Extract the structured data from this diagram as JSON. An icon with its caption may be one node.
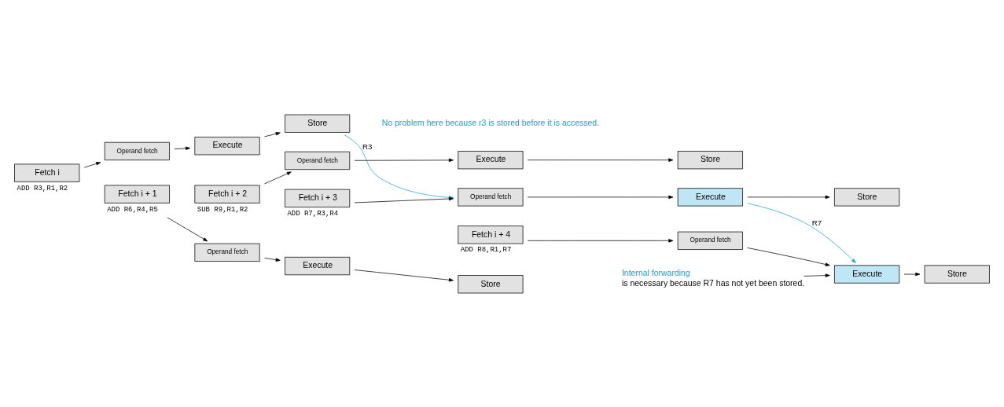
{
  "diagram": {
    "nodes": [
      {
        "text": [
          "Fetch i"
        ],
        "beside": [
          "ADD R3,R1,R2"
        ]
      },
      {
        "text": [
          "Operand fetch"
        ]
      },
      {
        "text": [
          "Execute"
        ]
      },
      {
        "text": [
          "Store"
        ]
      },
      {
        "text": [
          "Fetch i + 1"
        ],
        "beside": [
          "ADD R6,R4,R5"
        ]
      },
      {
        "text": [
          "Operand fetch"
        ]
      },
      {
        "text": [
          "Execute"
        ]
      },
      {
        "text": [
          "Store"
        ]
      },
      {
        "text": [
          "Fetch i + 2"
        ],
        "beside": [
          "SUB R9,R1,R2"
        ]
      },
      {
        "text": [
          "Operand fetch"
        ]
      },
      {
        "text": [
          "Execute"
        ]
      },
      {
        "text": [
          "Store"
        ]
      },
      {
        "text": [
          "Fetch i + 3"
        ],
        "beside": [
          "ADD R7,R3,R4"
        ]
      },
      {
        "text": [
          "Operand fetch"
        ]
      },
      {
        "text": [
          "Execute"
        ]
      },
      {
        "text": [
          "Store"
        ]
      },
      {
        "text": [
          "Fetch i + 4"
        ],
        "beside": [
          "ADD R8,R1,R7"
        ]
      },
      {
        "text": [
          "Operand fetch"
        ]
      },
      {
        "text": [
          "Execute"
        ]
      },
      {
        "text": [
          "Store"
        ]
      },
      {
        "text": [
          "Internal forwarding",
          "is necessary because R7 has not yet been stored."
        ]
      }
    ],
    "edges": [
      {
        "from": 0,
        "to": 1,
        "arrow": "to"
      },
      {
        "from": 1,
        "to": 2,
        "arrow": "to"
      },
      {
        "from": 2,
        "to": 3,
        "arrow": "to"
      },
      {
        "from": 4,
        "to": 5,
        "arrow": "to"
      },
      {
        "from": 5,
        "to": 6,
        "arrow": "to"
      },
      {
        "from": 6,
        "to": 7,
        "arrow": "to"
      },
      {
        "from": 8,
        "to": 9,
        "arrow": "to"
      },
      {
        "from": 9,
        "to": 10,
        "arrow": "to"
      },
      {
        "from": 10,
        "to": 11,
        "arrow": "to"
      },
      {
        "from": 12,
        "to": 13,
        "arrow": "to"
      },
      {
        "from": 13,
        "to": 14,
        "arrow": "to"
      },
      {
        "from": 14,
        "to": 15,
        "arrow": "to"
      },
      {
        "from": 16,
        "to": 17,
        "arrow": "to"
      },
      {
        "from": 17,
        "to": 18,
        "arrow": "to"
      },
      {
        "from": 18,
        "to": 19,
        "arrow": "to"
      },
      {
        "from": 3,
        "to": 13,
        "arrow": "to",
        "label": "R3",
        "color": "#1ba3d6"
      },
      {
        "from": 14,
        "to": 18,
        "arrow": "to",
        "label": "R7",
        "color": "#1ba3d6"
      },
      {
        "from": 20,
        "to": 18,
        "arrow": "to"
      }
    ],
    "labels": [
      "No problem here because r3 is stored before it is accessed."
    ]
  }
}
